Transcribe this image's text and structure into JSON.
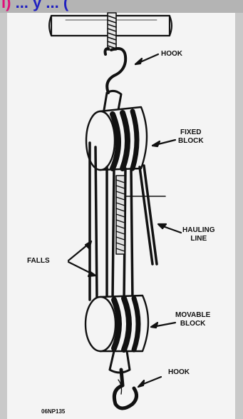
{
  "header": {
    "partial_text_pink": "i)",
    "partial_text_blue": "... y ... (",
    "color_pink": "#e0107a",
    "color_blue": "#2020c0"
  },
  "labels": {
    "hook_top": "HOOK",
    "fixed_block_1": "FIXED",
    "fixed_block_2": "BLOCK",
    "hauling_line_1": "HAULING",
    "hauling_line_2": "LINE",
    "falls": "FALLS",
    "movable_block_1": "MOVABLE",
    "movable_block_2": "BLOCK",
    "hook_bottom": "HOOK"
  },
  "figure_code": "06NP135"
}
